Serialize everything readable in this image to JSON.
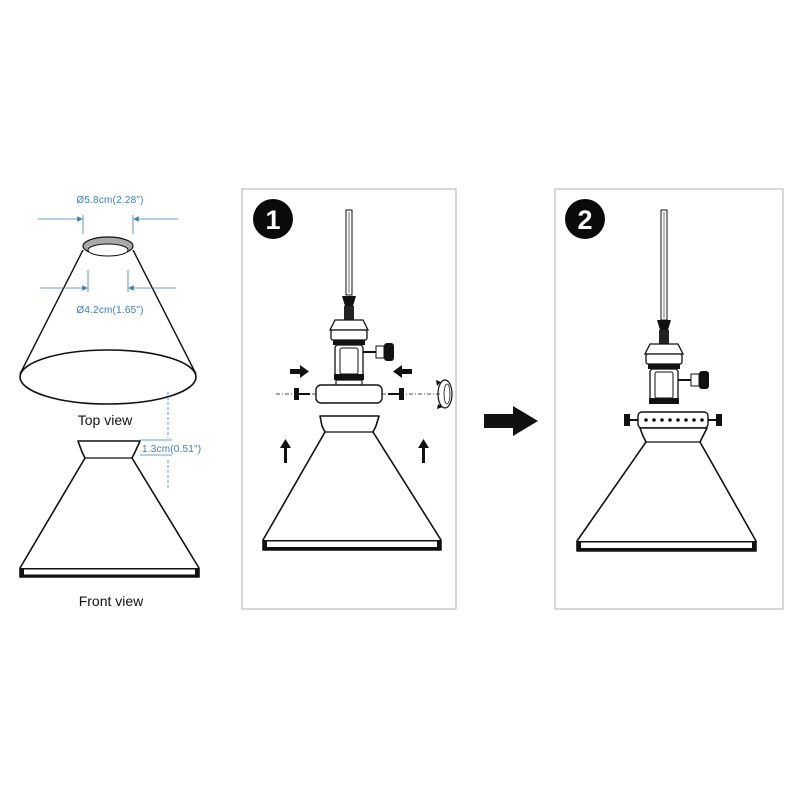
{
  "labels": {
    "top_diameter": "Ø5.8cm(2.28\")",
    "bottom_diameter": "Ø4.2cm(1.65\")",
    "top_view": "Top view",
    "neck_height": "1.3cm(0.51\")",
    "front_view": "Front view"
  },
  "steps": [
    {
      "number": "1"
    },
    {
      "number": "2"
    }
  ],
  "colors": {
    "dimension": "#3b7bbf",
    "line": "#111111",
    "frame": "#bdbdbd",
    "collar": "#a9a9a9"
  },
  "icons": [
    "arrow-right-icon",
    "arrow-up-icon",
    "arrow-left-icon",
    "screw-icon",
    "rotate-icon"
  ]
}
